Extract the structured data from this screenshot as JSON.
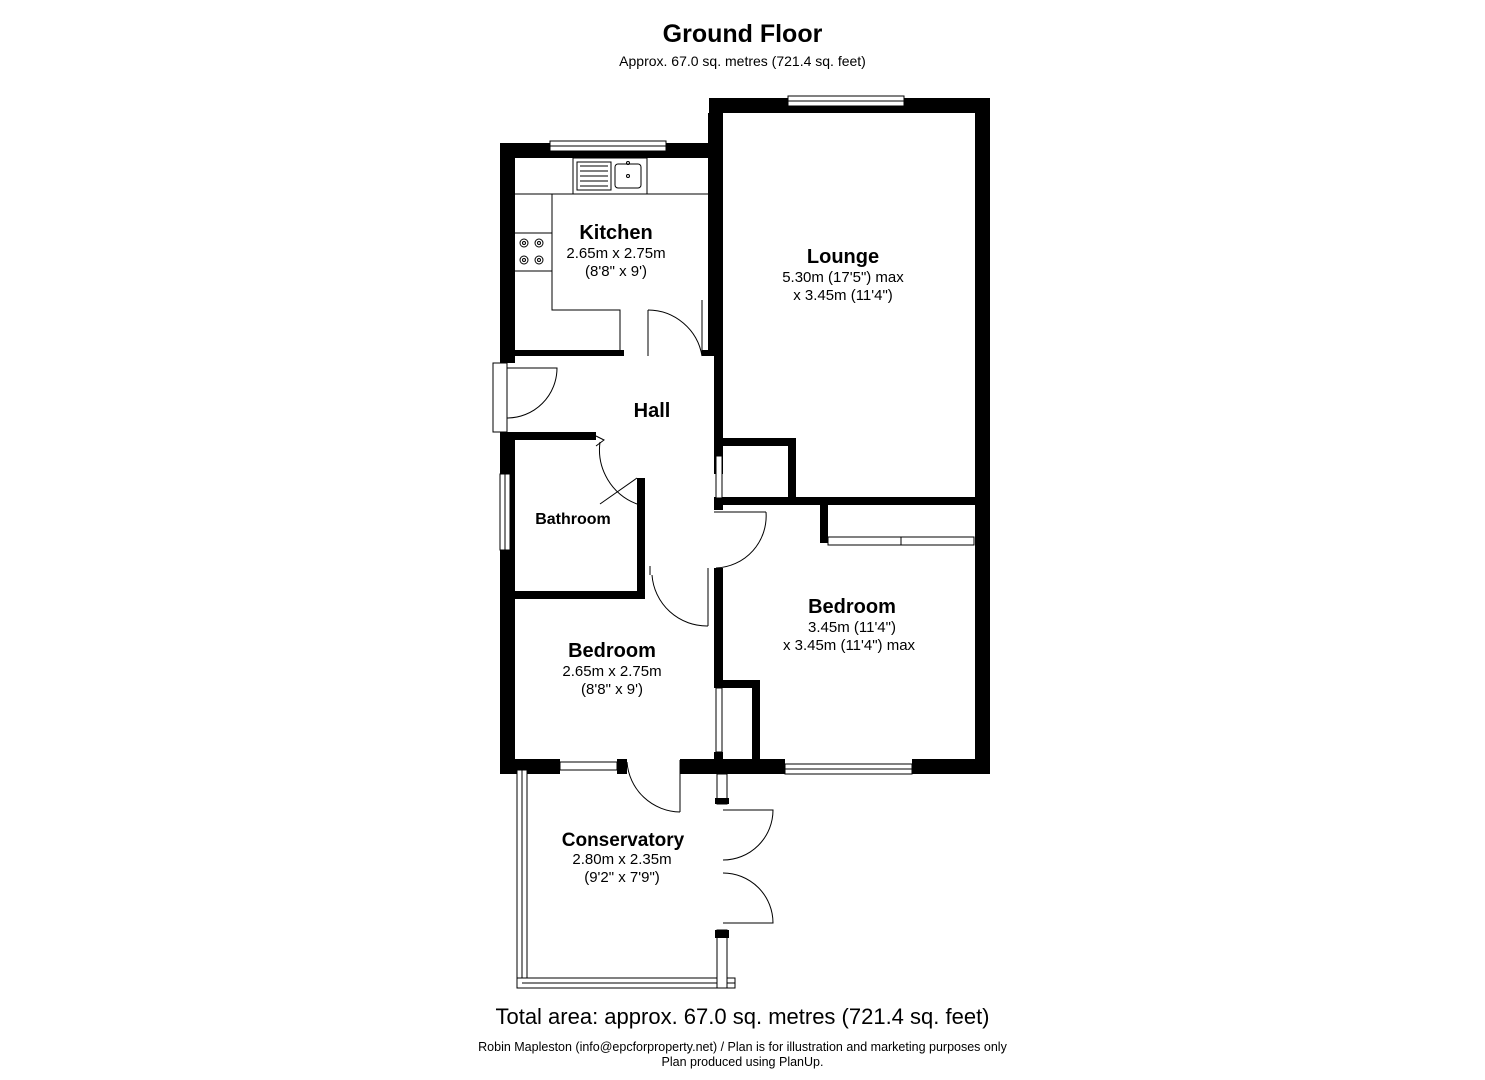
{
  "header": {
    "title": "Ground Floor",
    "subtitle": "Approx. 67.0 sq. metres (721.4 sq. feet)"
  },
  "rooms": {
    "kitchen": {
      "name": "Kitchen",
      "dim1": "2.65m x 2.75m",
      "dim2": "(8'8\" x 9')"
    },
    "lounge": {
      "name": "Lounge",
      "dim1": "5.30m (17'5\") max",
      "dim2": "x 3.45m (11'4\")"
    },
    "hall": {
      "name": "Hall"
    },
    "bathroom": {
      "name": "Bathroom"
    },
    "bedroom1": {
      "name": "Bedroom",
      "dim1": "3.45m (11'4\")",
      "dim2": "x 3.45m (11'4\") max"
    },
    "bedroom2": {
      "name": "Bedroom",
      "dim1": "2.65m x 2.75m",
      "dim2": "(8'8\" x 9')"
    },
    "conservatory": {
      "name": "Conservatory",
      "dim1": "2.80m x 2.35m",
      "dim2": "(9'2\" x 7'9\")"
    }
  },
  "footer": {
    "total": "Total area: approx. 67.0 sq. metres (721.4 sq. feet)",
    "credit": "Robin Mapleston (info@epcforproperty.net) / Plan is for illustration and marketing purposes only",
    "produced": "Plan produced using PlanUp."
  },
  "colors": {
    "wall": "#000000",
    "background": "#ffffff"
  }
}
